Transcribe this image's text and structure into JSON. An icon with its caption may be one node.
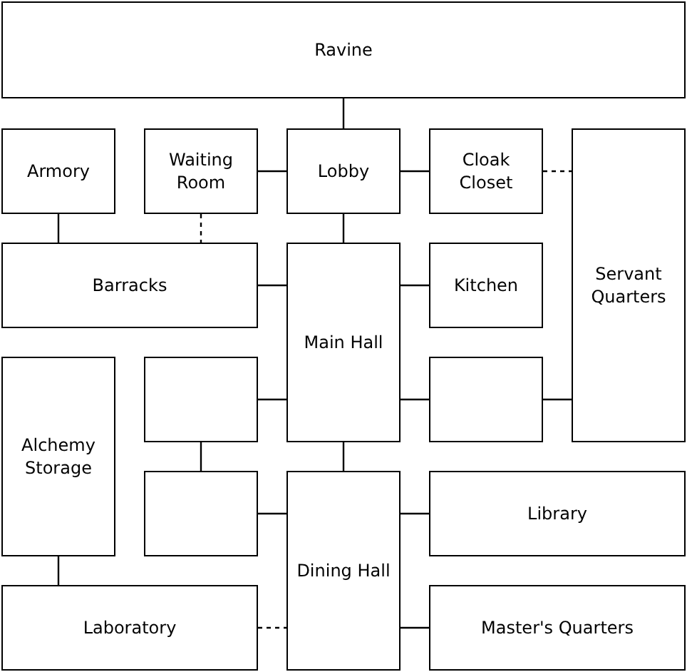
{
  "diagram": {
    "nodes": [
      {
        "text": [
          "Ravine"
        ]
      },
      {
        "text": [
          "Armory"
        ]
      },
      {
        "text": [
          "Waiting Room"
        ]
      },
      {
        "text": [
          "Lobby"
        ]
      },
      {
        "text": [
          "Cloak Closet"
        ]
      },
      {
        "text": [
          "Servant Quarters"
        ]
      },
      {
        "text": [
          "Barracks"
        ]
      },
      {
        "text": [
          "Main Hall"
        ]
      },
      {
        "text": [
          "Kitchen"
        ]
      },
      {
        "text": [],
        "shape": "box"
      },
      {
        "text": [],
        "shape": "box"
      },
      {
        "text": [
          "Alchemy Storage"
        ]
      },
      {
        "text": [],
        "shape": "box"
      },
      {
        "text": [
          "Dining Hall"
        ]
      },
      {
        "text": [
          "Library"
        ]
      },
      {
        "text": [
          "Laboratory"
        ]
      },
      {
        "text": [
          "Master's Quarters"
        ]
      }
    ],
    "edges": [
      {
        "from": 0,
        "to": 3,
        "arrow": "none"
      },
      {
        "from": 1,
        "to": 6,
        "arrow": "none"
      },
      {
        "from": 2,
        "to": 6,
        "arrow": "none",
        "style": "dashed"
      },
      {
        "from": 2,
        "to": 3,
        "arrow": "none"
      },
      {
        "from": 3,
        "to": 4,
        "arrow": "none"
      },
      {
        "from": 4,
        "to": 5,
        "arrow": "none",
        "style": "dashed"
      },
      {
        "from": 3,
        "to": 7,
        "arrow": "none"
      },
      {
        "from": 6,
        "to": 7,
        "arrow": "none"
      },
      {
        "from": 7,
        "to": 8,
        "arrow": "none"
      },
      {
        "from": 10,
        "to": 5,
        "arrow": "none"
      },
      {
        "from": 9,
        "to": 7,
        "arrow": "none"
      },
      {
        "from": 7,
        "to": 10,
        "arrow": "none"
      },
      {
        "from": 9,
        "to": 12,
        "arrow": "none"
      },
      {
        "from": 7,
        "to": 13,
        "arrow": "none"
      },
      {
        "from": 12,
        "to": 13,
        "arrow": "none"
      },
      {
        "from": 13,
        "to": 14,
        "arrow": "none"
      },
      {
        "from": 11,
        "to": 15,
        "arrow": "none"
      },
      {
        "from": 15,
        "to": 13,
        "arrow": "none",
        "style": "dashed"
      },
      {
        "from": 13,
        "to": 16,
        "arrow": "none"
      }
    ]
  }
}
